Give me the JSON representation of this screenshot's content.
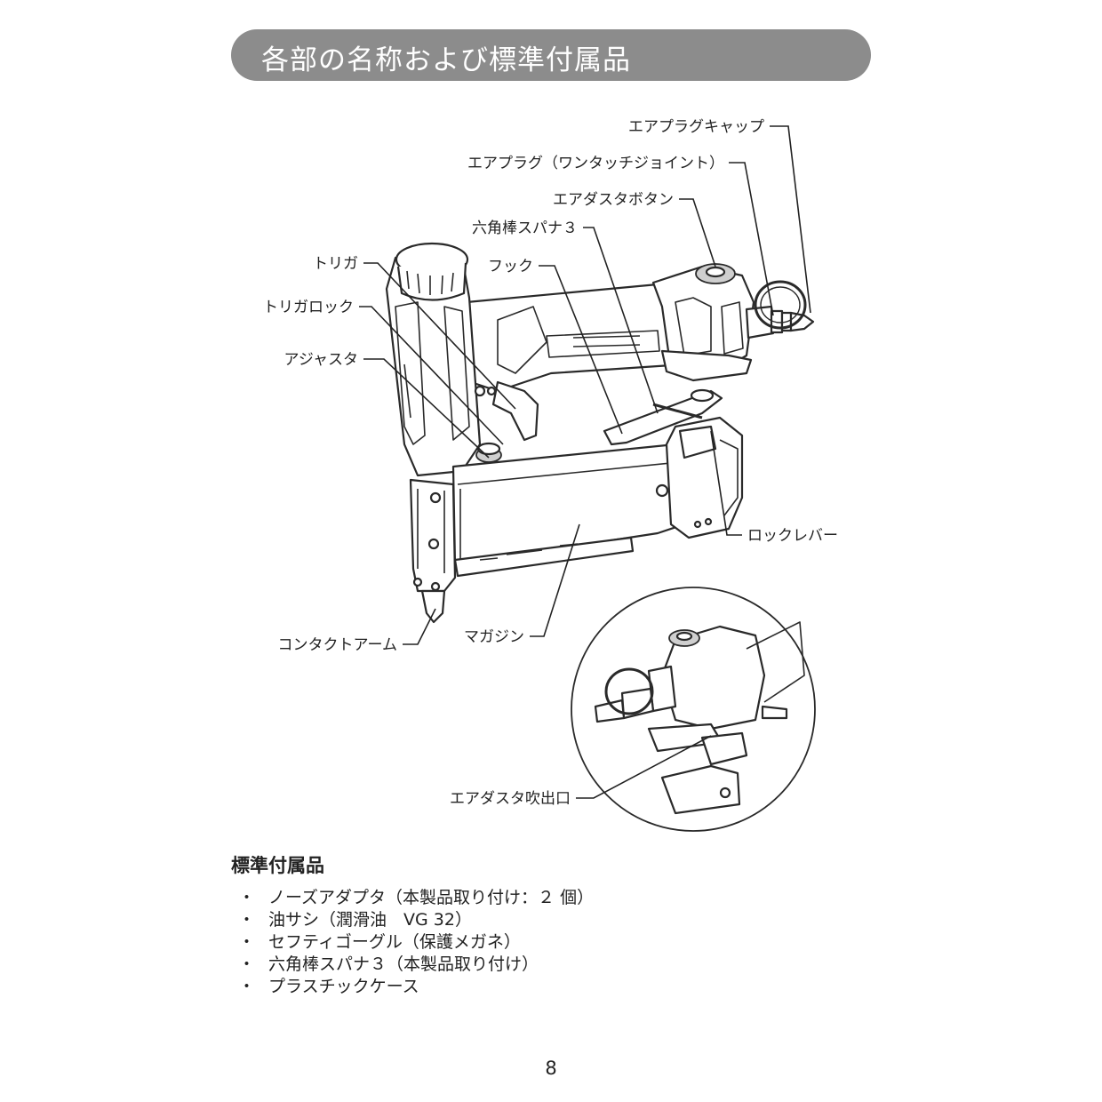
{
  "header": {
    "title": "各部の名称および標準付属品"
  },
  "labels": {
    "air_plug_cap": "エアプラグキャップ",
    "air_plug": "エアプラグ（ワンタッチジョイント）",
    "air_duster_button": "エアダスタボタン",
    "hex_wrench": "六角棒スパナ３",
    "hook": "フック",
    "trigger": "トリガ",
    "trigger_lock": "トリガロック",
    "adjuster": "アジャスタ",
    "lock_lever": "ロックレバー",
    "contact_arm": "コンタクトアーム",
    "magazine": "マガジン",
    "air_duster_outlet": "エアダスタ吹出口"
  },
  "accessories": {
    "heading": "標準付属品",
    "bullet": "・",
    "items": [
      "ノーズアダプタ（本製品取り付け：２ 個）",
      "油サシ（潤滑油　VG 32）",
      "セフティゴーグル（保護メガネ）",
      "六角棒スパナ３（本製品取り付け）",
      "プラスチックケース"
    ]
  },
  "page_number": "8"
}
